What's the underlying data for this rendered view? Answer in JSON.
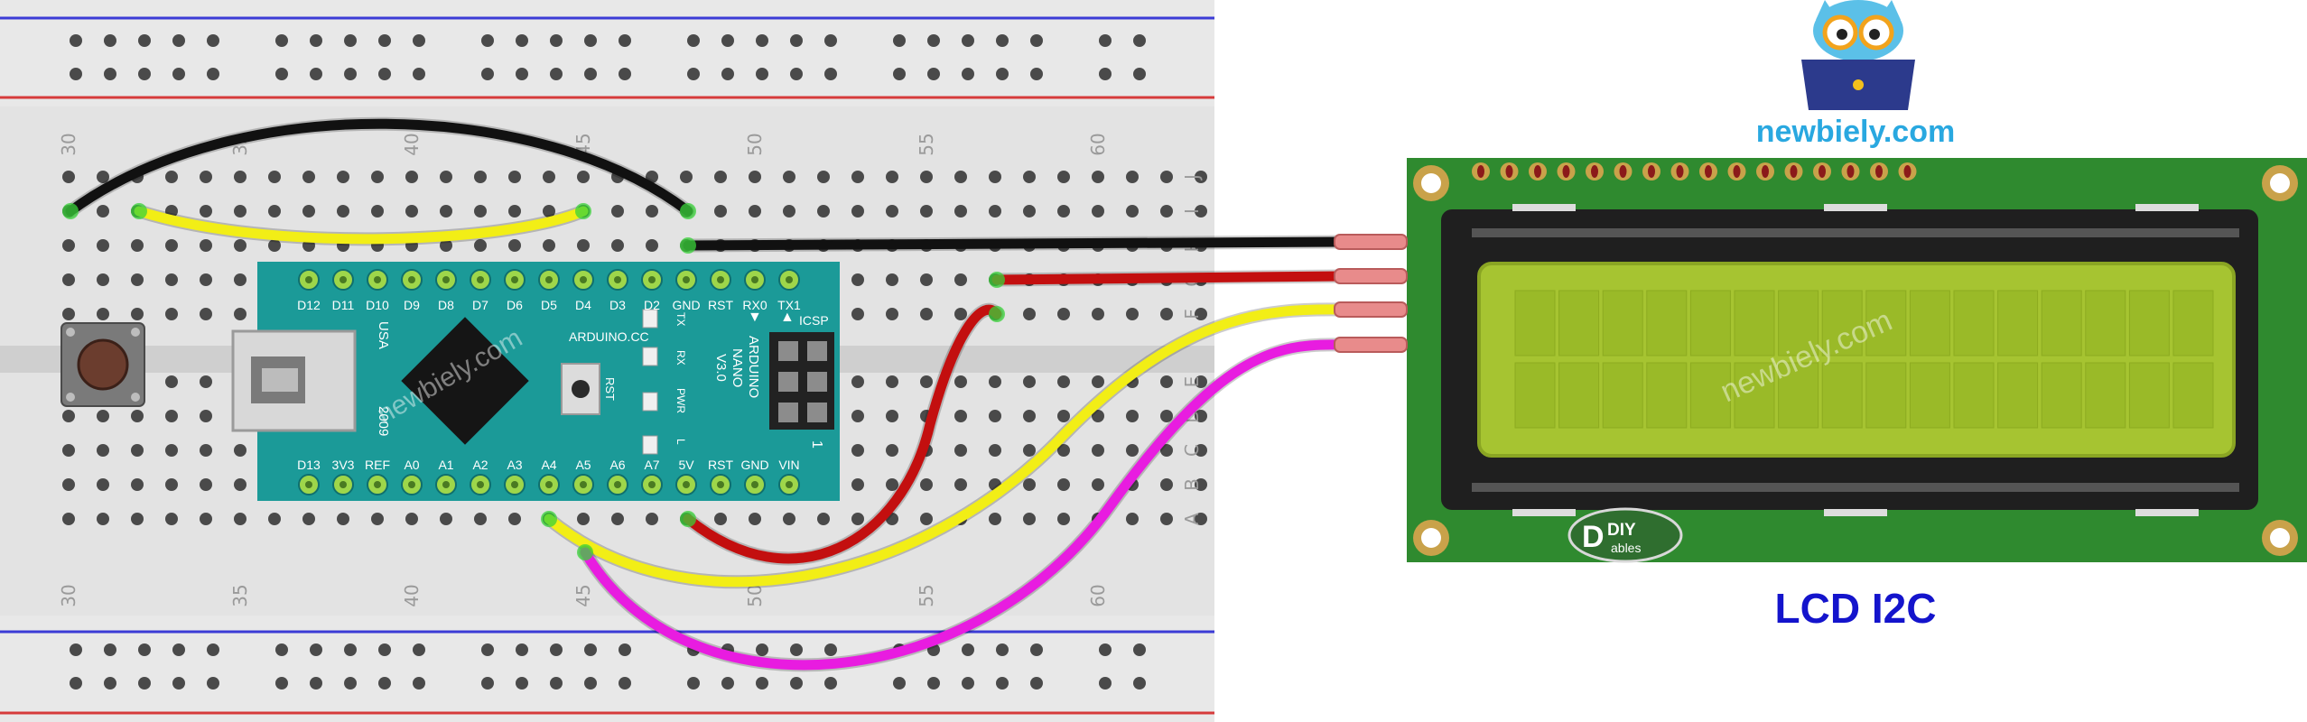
{
  "breadboard": {
    "column_numbers": [
      "30",
      "35",
      "40",
      "45",
      "50",
      "55",
      "60"
    ],
    "row_letters_top": [
      "J",
      "I",
      "H",
      "G",
      "F"
    ],
    "row_letters_bottom": [
      "E",
      "D",
      "C",
      "B",
      "A"
    ]
  },
  "arduino": {
    "top_pins": [
      "D12",
      "D11",
      "D10",
      "D9",
      "D8",
      "D7",
      "D6",
      "D5",
      "D4",
      "D3",
      "D2",
      "GND",
      "RST",
      "RX0",
      "TX1"
    ],
    "bottom_pins": [
      "D13",
      "3V3",
      "REF",
      "A0",
      "A1",
      "A2",
      "A3",
      "A4",
      "A5",
      "A6",
      "A7",
      "5V",
      "RST",
      "GND",
      "VIN"
    ],
    "usa": "USA",
    "year": "2009",
    "site": "ARDUINO.CC",
    "rst": "RST",
    "name_line1": "ARDUINO",
    "name_line2": "NANO",
    "version": "V3.0",
    "icsp": "ICSP",
    "icsp_pin1": "1",
    "leds": [
      "TX",
      "RX",
      "PWR",
      "L"
    ]
  },
  "lcd": {
    "maker_logo": "DIY ables",
    "label": "LCD I2C"
  },
  "brand": {
    "site": "newbiely.com",
    "watermark": "newbiely.com"
  },
  "colors": {
    "breadboard": "#e3e3e3",
    "arduino": "#1b9a98",
    "lcd_pcb": "#2f8a2f",
    "lcd_screen": "#a6c431",
    "wire_black": "#111111",
    "wire_red": "#c30f0f",
    "wire_yellow": "#f2ee16",
    "wire_magenta": "#e81ce0",
    "label_blue": "#1414cc"
  }
}
